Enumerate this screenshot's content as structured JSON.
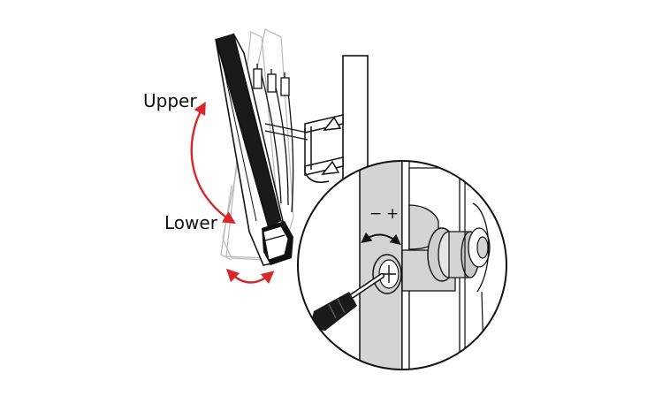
{
  "labels": {
    "upper": "Upper",
    "lower": "Lower"
  },
  "adjust": {
    "minus": "−",
    "plus": "+"
  },
  "icons": {
    "tilt": "curved-double-arrow",
    "swivel": "curved-double-arrow",
    "screw_turn": "rotate-double-arrow",
    "tool": "screwdriver-icon"
  },
  "colors": {
    "accent": "#d9262a",
    "line": "#111111",
    "wall": "#d4d4d4"
  }
}
